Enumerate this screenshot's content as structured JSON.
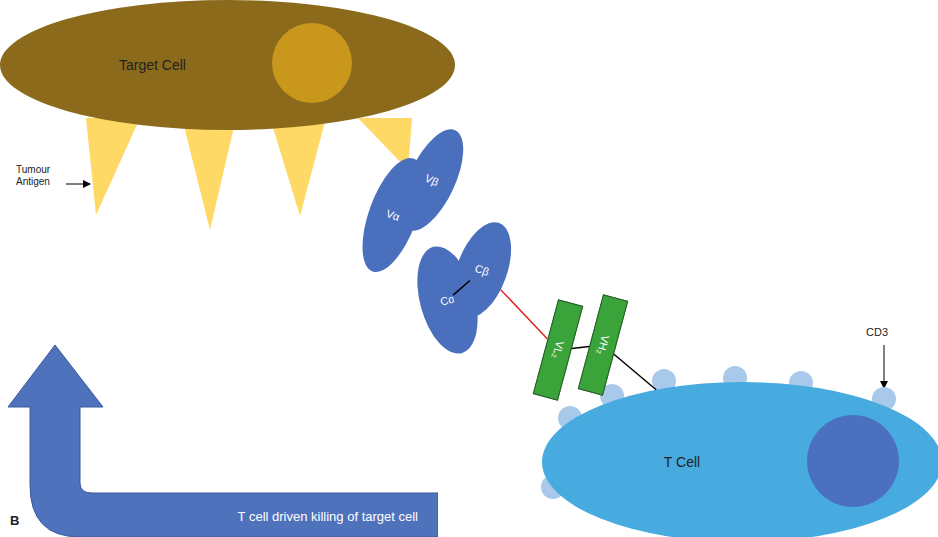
{
  "diagram": {
    "nodes": [
      {
        "text": [
          "Target Cell"
        ]
      },
      {
        "text": [
          "Vα"
        ]
      },
      {
        "text": [
          "Vβ"
        ]
      },
      {
        "text": [
          "Cα"
        ]
      },
      {
        "text": [
          "Cβ"
        ]
      },
      {
        "text": [
          "VL₂"
        ]
      },
      {
        "text": [
          "VH₂"
        ]
      },
      {
        "text": [
          "T Cell"
        ]
      },
      {
        "text": [
          "T cell driven killing of target cell"
        ]
      }
    ],
    "edges": [
      {
        "from": 3,
        "to": 4,
        "arrow": "none"
      },
      {
        "from": 4,
        "to": 5,
        "arrow": "none"
      },
      {
        "from": 5,
        "to": 6,
        "arrow": "none"
      },
      {
        "from": 6,
        "to": 7,
        "arrow": "none"
      }
    ],
    "labels": [
      "Tumour Antigen",
      "CD3",
      "B"
    ]
  }
}
